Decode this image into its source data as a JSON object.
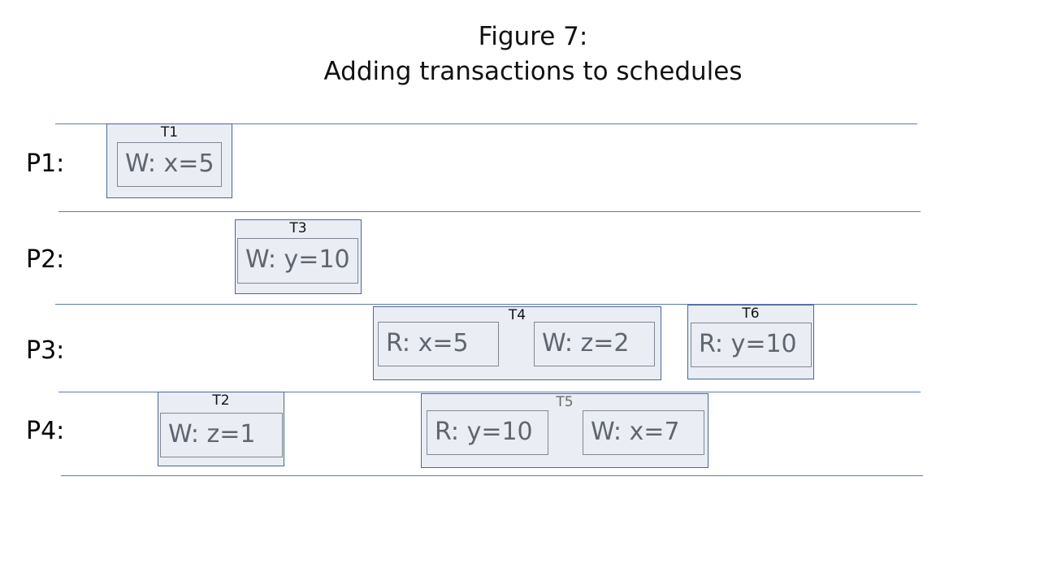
{
  "figure": {
    "title_line_1": "Figure 7:",
    "title_line_2": "Adding transactions to schedules"
  },
  "processes": [
    {
      "label": "P1:"
    },
    {
      "label": "P2:"
    },
    {
      "label": "P3:"
    },
    {
      "label": "P4:"
    }
  ],
  "transactions": [
    {
      "label": "T1",
      "ops": [
        "W: x=5"
      ]
    },
    {
      "label": "T3",
      "ops": [
        "W: y=10"
      ]
    },
    {
      "label": "T4",
      "ops": [
        "R: x=5",
        "W: z=2"
      ]
    },
    {
      "label": "T6",
      "ops": [
        "R: y=10"
      ]
    },
    {
      "label": "T2",
      "ops": [
        "W: z=1"
      ]
    },
    {
      "label": "T5",
      "ops": [
        "R: y=10",
        "W: x=7"
      ]
    }
  ],
  "colors": {
    "lane_line": "#5a7bb0",
    "box_fill": "#eaedf3",
    "box_border": "#4a6896",
    "op_text": "#5f6670"
  }
}
